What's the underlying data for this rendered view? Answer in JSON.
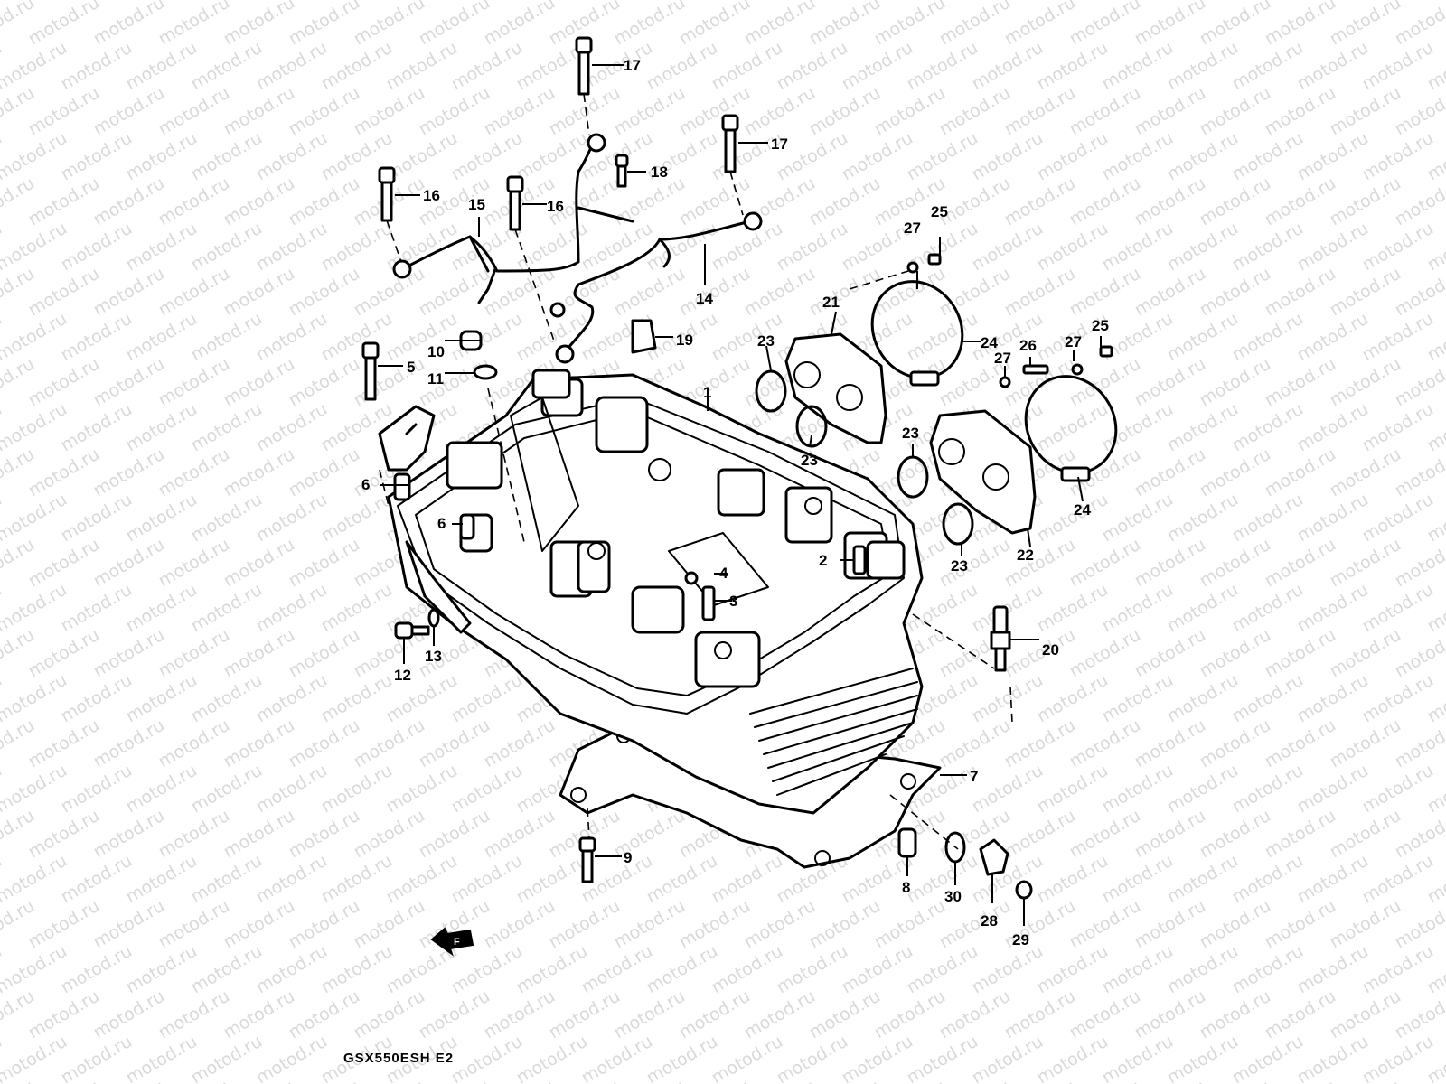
{
  "watermark": {
    "text": "motod.ru",
    "color": "#d9d9d9"
  },
  "callouts": [
    {
      "id": "1",
      "label": "1"
    },
    {
      "id": "2",
      "label": "2"
    },
    {
      "id": "3",
      "label": "3"
    },
    {
      "id": "4",
      "label": "4"
    },
    {
      "id": "5",
      "label": "5"
    },
    {
      "id": "6a",
      "label": "6"
    },
    {
      "id": "6b",
      "label": "6"
    },
    {
      "id": "7",
      "label": "7"
    },
    {
      "id": "8",
      "label": "8"
    },
    {
      "id": "9",
      "label": "9"
    },
    {
      "id": "10",
      "label": "10"
    },
    {
      "id": "11",
      "label": "11"
    },
    {
      "id": "12",
      "label": "12"
    },
    {
      "id": "13",
      "label": "13"
    },
    {
      "id": "14",
      "label": "14"
    },
    {
      "id": "15",
      "label": "15"
    },
    {
      "id": "16a",
      "label": "16"
    },
    {
      "id": "16b",
      "label": "16"
    },
    {
      "id": "17a",
      "label": "17"
    },
    {
      "id": "17b",
      "label": "17"
    },
    {
      "id": "18",
      "label": "18"
    },
    {
      "id": "19",
      "label": "19"
    },
    {
      "id": "20",
      "label": "20"
    },
    {
      "id": "21",
      "label": "21"
    },
    {
      "id": "22",
      "label": "22"
    },
    {
      "id": "23a",
      "label": "23"
    },
    {
      "id": "23b",
      "label": "23"
    },
    {
      "id": "23c",
      "label": "23"
    },
    {
      "id": "23d",
      "label": "23"
    },
    {
      "id": "24a",
      "label": "24"
    },
    {
      "id": "24b",
      "label": "24"
    },
    {
      "id": "25a",
      "label": "25"
    },
    {
      "id": "25b",
      "label": "25"
    },
    {
      "id": "26",
      "label": "26"
    },
    {
      "id": "27a",
      "label": "27"
    },
    {
      "id": "27b",
      "label": "27"
    },
    {
      "id": "27c",
      "label": "27"
    },
    {
      "id": "28",
      "label": "28"
    },
    {
      "id": "29",
      "label": "29"
    },
    {
      "id": "30",
      "label": "30"
    }
  ],
  "front_arrow": {
    "label": "F"
  },
  "model_code": "GSX550ESH E2",
  "colors": {
    "line": "#000000",
    "background": "#ffffff"
  }
}
